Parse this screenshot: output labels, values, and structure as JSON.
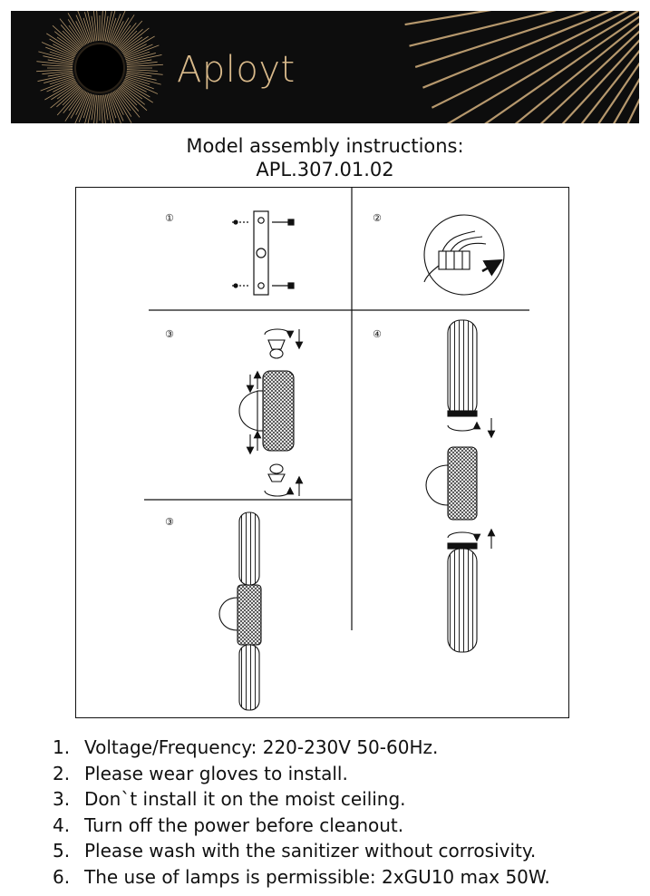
{
  "brand": {
    "name": "Aployt",
    "accent": "#d8b98a",
    "background": "#0d0d0d"
  },
  "title": {
    "line1": "Model assembly instructions:",
    "line2": "APL.307.01.02"
  },
  "steps": [
    {
      "number": "①",
      "icon": "wall-plate-screws"
    },
    {
      "number": "②",
      "icon": "wire-connector"
    },
    {
      "number": "③",
      "icon": "bulb-install"
    },
    {
      "number": "④",
      "icon": "shade-install"
    },
    {
      "number": "③",
      "icon": "assembled-lamp"
    }
  ],
  "notes": [
    {
      "num": "1.",
      "text": "Voltage/Frequency: 220-230V 50-60Hz."
    },
    {
      "num": "2.",
      "text": "Please wear gloves to install."
    },
    {
      "num": "3.",
      "text": "Don`t install it on the moist ceiling."
    },
    {
      "num": "4.",
      "text": "Turn off the power before cleanout."
    },
    {
      "num": "5.",
      "text": "Please wash with the sanitizer without corrosivity."
    },
    {
      "num": "6.",
      "text": "The use of lamps is permissible: 2xGU10 max 50W."
    }
  ]
}
